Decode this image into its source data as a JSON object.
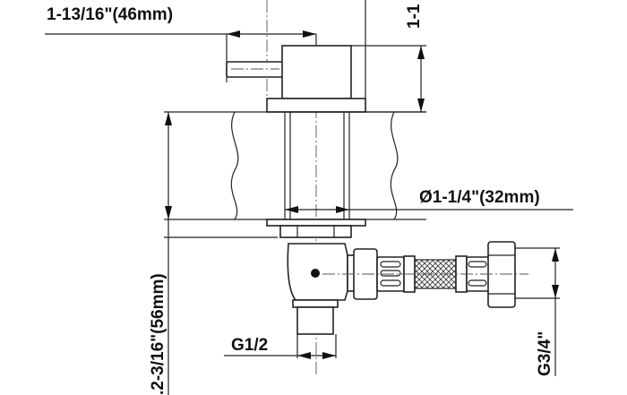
{
  "dimensions": {
    "handle_offset": "1-13/16\"(46mm)",
    "handle_height_partial": "1-1",
    "hole_diameter": "Ø1-1/4\"(32mm)",
    "counter_thickness_partial": ".2-3/16\"(56mm)",
    "inlet_thread": "G1/2",
    "outlet_thread": "G3/4\""
  }
}
